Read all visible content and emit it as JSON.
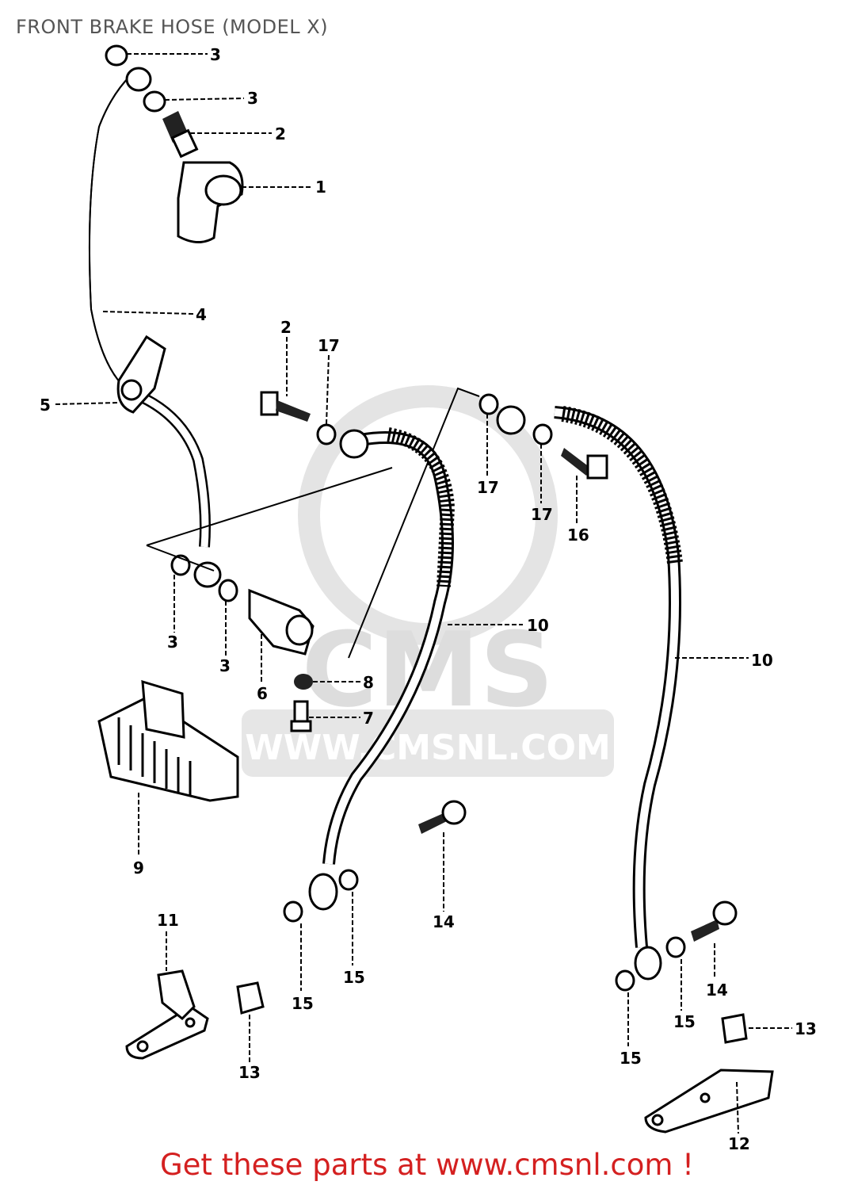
{
  "title": "FRONT BRAKE HOSE (MODEL X)",
  "footer": "Get these parts at www.cmsnl.com !",
  "watermark": {
    "brand": "CMS",
    "url": "WWW.CMSNL.COM"
  },
  "colors": {
    "footer": "#d42020",
    "title": "#555555",
    "watermark": "#d9d9d9"
  },
  "callouts": [
    {
      "id": "c3a",
      "label": "3"
    },
    {
      "id": "c3b",
      "label": "3"
    },
    {
      "id": "c2a",
      "label": "2"
    },
    {
      "id": "c1",
      "label": "1"
    },
    {
      "id": "c4",
      "label": "4"
    },
    {
      "id": "c5",
      "label": "5"
    },
    {
      "id": "c2b",
      "label": "2"
    },
    {
      "id": "c17a",
      "label": "17"
    },
    {
      "id": "c17b",
      "label": "17"
    },
    {
      "id": "c17c",
      "label": "17"
    },
    {
      "id": "c16",
      "label": "16"
    },
    {
      "id": "c3c",
      "label": "3"
    },
    {
      "id": "c3d",
      "label": "3"
    },
    {
      "id": "c6",
      "label": "6"
    },
    {
      "id": "c10a",
      "label": "10"
    },
    {
      "id": "c10b",
      "label": "10"
    },
    {
      "id": "c8",
      "label": "8"
    },
    {
      "id": "c7",
      "label": "7"
    },
    {
      "id": "c9",
      "label": "9"
    },
    {
      "id": "c14a",
      "label": "14"
    },
    {
      "id": "c15a",
      "label": "15"
    },
    {
      "id": "c15b",
      "label": "15"
    },
    {
      "id": "c11",
      "label": "11"
    },
    {
      "id": "c13a",
      "label": "13"
    },
    {
      "id": "c14b",
      "label": "14"
    },
    {
      "id": "c15c",
      "label": "15"
    },
    {
      "id": "c15d",
      "label": "15"
    },
    {
      "id": "c13b",
      "label": "13"
    },
    {
      "id": "c12",
      "label": "12"
    }
  ]
}
